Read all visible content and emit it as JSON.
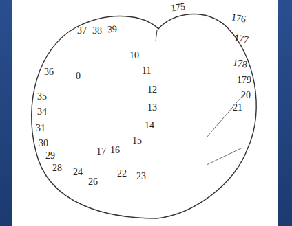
{
  "diagram": {
    "labels": [
      "37",
      "38",
      "39",
      "175",
      "176",
      "177",
      "178",
      "179",
      "20",
      "21",
      "10",
      "11",
      "12",
      "13",
      "14",
      "15",
      "16",
      "17",
      "36",
      "35",
      "34",
      "31",
      "30",
      "29",
      "28",
      "24",
      "26",
      "22",
      "23",
      "0"
    ]
  }
}
